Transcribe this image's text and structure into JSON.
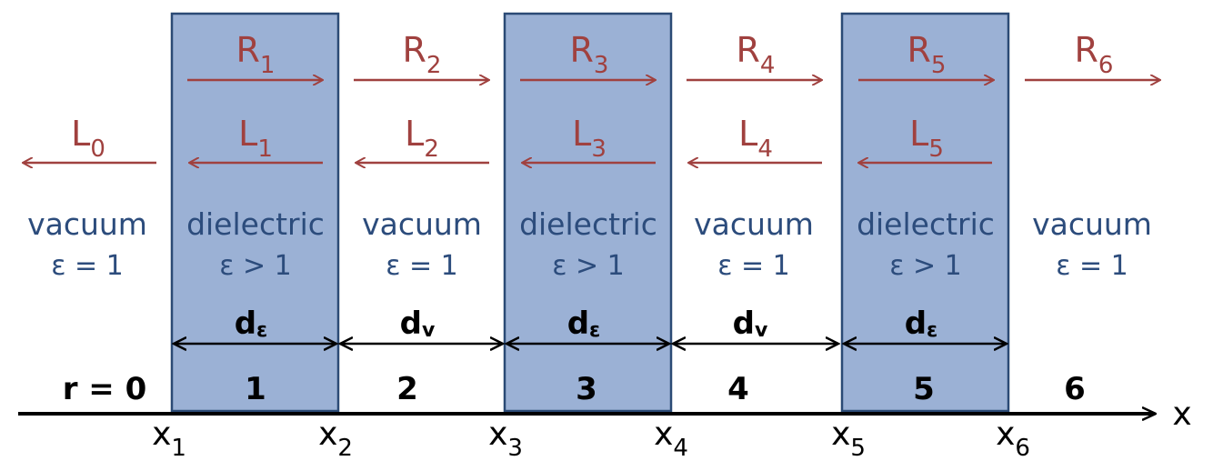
{
  "colors": {
    "slab_fill": "#9bb1d5",
    "slab_edge": "#2b4a75",
    "arrow_red": "#a0413f",
    "medium_text": "#2c4c7c",
    "black": "#000000"
  },
  "layers": [
    {
      "name": "vacuum",
      "eps": "ε = 1"
    },
    {
      "name": "dielectric",
      "eps": "ε > 1"
    },
    {
      "name": "vacuum",
      "eps": "ε = 1"
    },
    {
      "name": "dielectric",
      "eps": "ε > 1"
    },
    {
      "name": "vacuum",
      "eps": "ε = 1"
    },
    {
      "name": "dielectric",
      "eps": "ε > 1"
    },
    {
      "name": "vacuum",
      "eps": "ε = 1"
    }
  ],
  "right_waves": [
    {
      "base": "R",
      "sub": "1"
    },
    {
      "base": "R",
      "sub": "2"
    },
    {
      "base": "R",
      "sub": "3"
    },
    {
      "base": "R",
      "sub": "4"
    },
    {
      "base": "R",
      "sub": "5"
    },
    {
      "base": "R",
      "sub": "6"
    }
  ],
  "left_waves": [
    {
      "base": "L",
      "sub": "0"
    },
    {
      "base": "L",
      "sub": "1"
    },
    {
      "base": "L",
      "sub": "2"
    },
    {
      "base": "L",
      "sub": "3"
    },
    {
      "base": "L",
      "sub": "4"
    },
    {
      "base": "L",
      "sub": "5"
    }
  ],
  "thickness": [
    {
      "base": "d",
      "sub": "ε"
    },
    {
      "base": "d",
      "sub": "v"
    },
    {
      "base": "d",
      "sub": "ε"
    },
    {
      "base": "d",
      "sub": "v"
    },
    {
      "base": "d",
      "sub": "ε"
    }
  ],
  "regions": [
    "r = 0",
    "1",
    "2",
    "3",
    "4",
    "5",
    "6"
  ],
  "interfaces": [
    {
      "base": "x",
      "sub": "1"
    },
    {
      "base": "x",
      "sub": "2"
    },
    {
      "base": "x",
      "sub": "3"
    },
    {
      "base": "x",
      "sub": "4"
    },
    {
      "base": "x",
      "sub": "5"
    },
    {
      "base": "x",
      "sub": "6"
    }
  ],
  "axis_label": "x"
}
